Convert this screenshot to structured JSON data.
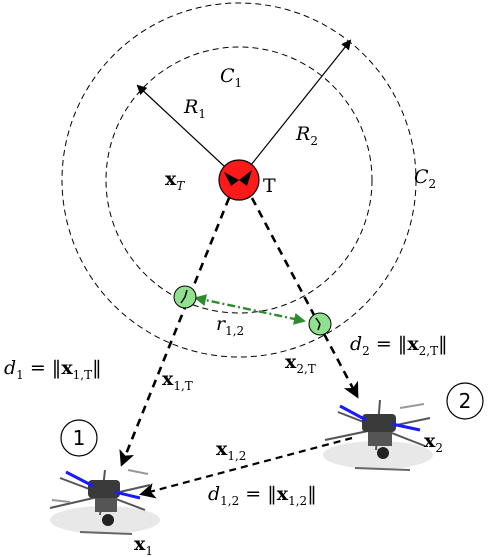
{
  "colors": {
    "target_fill": "#ff1a1a",
    "node_fill": "#8fe08f",
    "link_color": "#2e8b2e",
    "drone_blue": "#1a1aff",
    "drone_dark": "#3a3a3a"
  },
  "circles": {
    "c1": {
      "label": "C",
      "sub": "1"
    },
    "c2": {
      "label": "C",
      "sub": "2"
    }
  },
  "radii": {
    "r1": {
      "label": "R",
      "sub": "1"
    },
    "r2": {
      "label": "R",
      "sub": "2"
    }
  },
  "target": {
    "label": "T",
    "pos": {
      "label": "x",
      "sub": "T"
    }
  },
  "link": {
    "label": "r",
    "sub": "1,2"
  },
  "drone1": {
    "number": "1",
    "pos": {
      "label": "x",
      "sub": "1"
    },
    "vec": {
      "label": "x",
      "sub": "1,T"
    },
    "dist": {
      "lhs": "d",
      "lhs_sub": "1",
      "eq": " = ‖",
      "rhs": "x",
      "rhs_sub": "1,T",
      "end": "‖"
    }
  },
  "drone2": {
    "number": "2",
    "pos": {
      "label": "x",
      "sub": "2"
    },
    "vec": {
      "label": "x",
      "sub": "2,T"
    },
    "dist": {
      "lhs": "d",
      "lhs_sub": "2",
      "eq": " = ‖",
      "rhs": "x",
      "rhs_sub": "2,T",
      "end": "‖"
    }
  },
  "relative": {
    "vec": {
      "label": "x",
      "sub": "1,2"
    },
    "dist": {
      "lhs": "d",
      "lhs_sub": "1,2",
      "eq": " = ‖",
      "rhs": "x",
      "rhs_sub": "1,2",
      "end": "‖"
    }
  }
}
